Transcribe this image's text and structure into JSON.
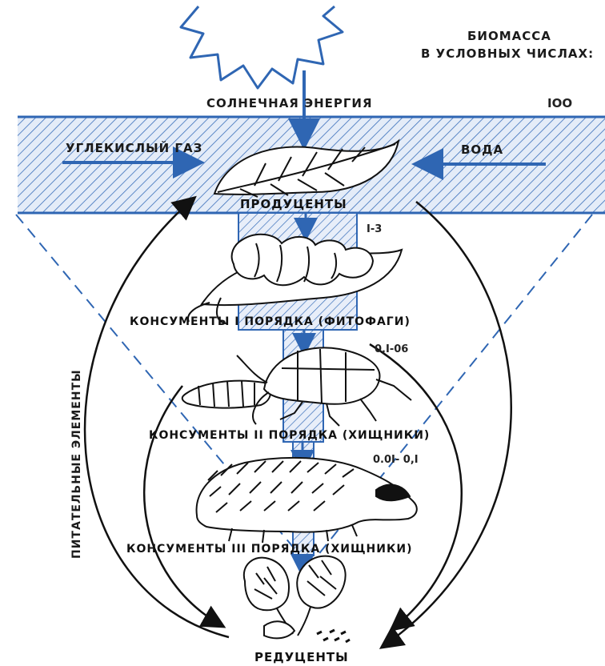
{
  "colors": {
    "accent": "#2f66b3",
    "ink": "#161616",
    "hatch": "#3a6fba",
    "band": "#dfe9f7"
  },
  "biomass": {
    "title_line1": "БИОМАССА",
    "title_line2": "В УСЛОВНЫХ ЧИСЛАХ:"
  },
  "labels": {
    "solar": "СОЛНЕЧНАЯ  ЭНЕРГИЯ",
    "co2": "УГЛЕКИСЛЫЙ  ГАЗ",
    "water": "ВОДА",
    "producers": "ПРОДУЦЕНТЫ",
    "consumers1": "КОНСУМЕНТЫ I ПОРЯДКА (ФИТОФАГИ)",
    "consumers2": "КОНСУМЕНТЫ II  ПОРЯДКА  (ХИЩНИКИ)",
    "consumers3": "КОНСУМЕНТЫ  III  ПОРЯДКА  (ХИЩНИКИ)",
    "reducers": "РЕДУЦЕНТЫ",
    "nutrients": "ПИТАТЕЛЬНЫЕ  ЭЛЕМЕНТЫ"
  },
  "values": {
    "v100": "IOO",
    "v13": "I-3",
    "v0106": "0,I-06",
    "v001": "0.0I- 0,I"
  },
  "icons": [
    "sun-icon",
    "leaf-icon",
    "caterpillar-icon",
    "beetle-icon",
    "badger-icon",
    "mushroom-icon"
  ]
}
